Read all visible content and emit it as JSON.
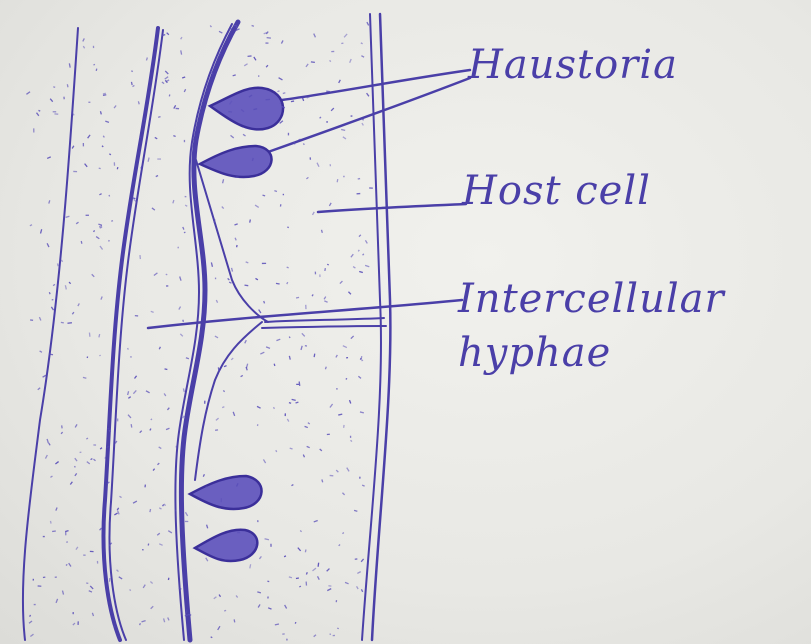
{
  "labels": {
    "haustoria": "Haustoria",
    "host_cell": "Host cell",
    "intercellular_line1": "Intercellular",
    "intercellular_line2": "hyphae"
  },
  "colors": {
    "ink": "#4a3fa8",
    "ink_dark": "#3b2f9a",
    "paper": "#ececE8"
  }
}
